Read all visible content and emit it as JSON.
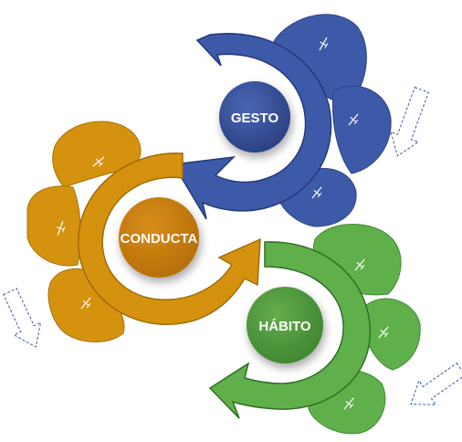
{
  "nodes": [
    {
      "id": "gesto",
      "label": "GESTO",
      "color": "#3d5aa9",
      "dark": "#2b438a",
      "center": "#2f4a8e"
    },
    {
      "id": "conducta",
      "label": "CONDUCTA",
      "color": "#d4920e",
      "dark": "#a86f08",
      "center": "#c47a0a"
    },
    {
      "id": "habito",
      "label": "HÁBITO",
      "color": "#5fb04a",
      "dark": "#3f8a33",
      "center": "#4e9a3a"
    }
  ],
  "petal_icon": "plus-minus-icon",
  "hint_arrows": [
    "dashed-arrow-down",
    "dashed-arrow-down",
    "dashed-arrow-down"
  ]
}
